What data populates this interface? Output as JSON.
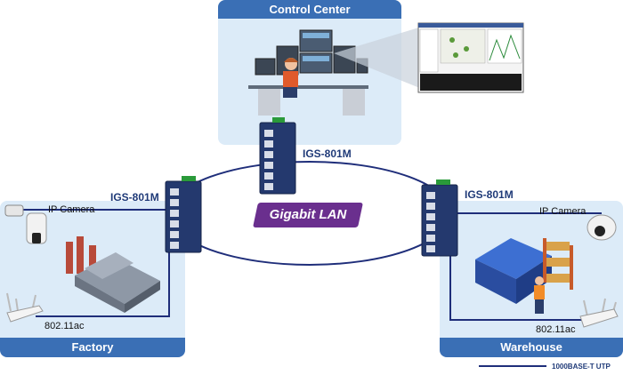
{
  "panels": {
    "control_center": "Control Center",
    "factory": "Factory",
    "warehouse": "Warehouse"
  },
  "switches": {
    "top": "IGS-801M",
    "left": "IGS-801M",
    "right": "IGS-801M"
  },
  "network": {
    "lan_label": "Gigabit LAN"
  },
  "devices": {
    "left_camera": "IP Camera",
    "right_camera": "IP Camera",
    "left_ap": "802.11ac",
    "right_ap": "802.11ac"
  },
  "legend": {
    "utp": "1000BASE-T UTP"
  },
  "colors": {
    "panel_header": "#3a6fb5",
    "panel_body": "#dcebf8",
    "link": "#1f2e7a",
    "switch": "#24396e",
    "lan_badge": "#6a2f8e"
  }
}
